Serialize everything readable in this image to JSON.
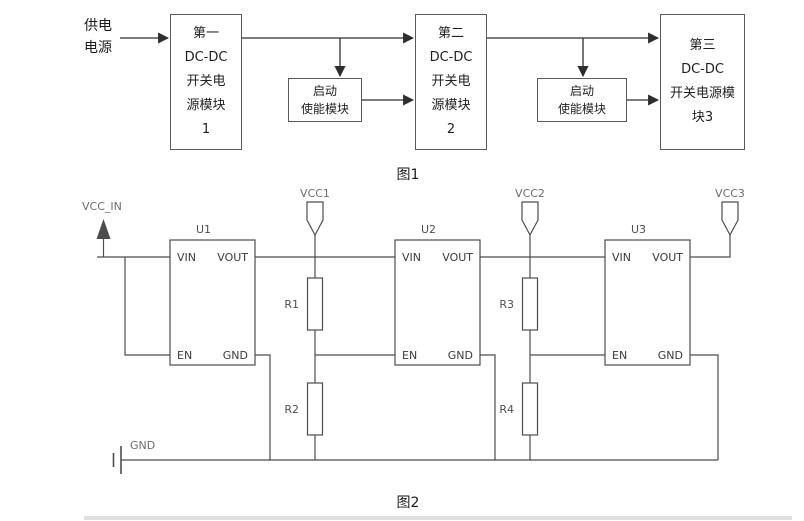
{
  "figure1": {
    "caption": "图1",
    "source": {
      "line1": "供电",
      "line2": "电源"
    },
    "module1": {
      "l1": "第一",
      "l2": "DC-DC",
      "l3": "开关电",
      "l4": "源模块",
      "l5": "1"
    },
    "module2": {
      "l1": "第二",
      "l2": "DC-DC",
      "l3": "开关电",
      "l4": "源模块",
      "l5": "2"
    },
    "module3": {
      "l1": "第三",
      "l2": "DC-DC",
      "l3": "开关电源模",
      "l4": "块3"
    },
    "enable1": {
      "l1": "启动",
      "l2": "使能模块"
    },
    "enable2": {
      "l1": "启动",
      "l2": "使能模块"
    }
  },
  "figure2": {
    "caption": "图2",
    "vcc_in": "VCC_IN",
    "vcc1": "VCC1",
    "vcc2": "VCC2",
    "vcc3": "VCC3",
    "gnd": "GND",
    "u1": {
      "name": "U1",
      "vin": "VIN",
      "vout": "VOUT",
      "en": "EN",
      "gnd": "GND"
    },
    "u2": {
      "name": "U2",
      "vin": "VIN",
      "vout": "VOUT",
      "en": "EN",
      "gnd": "GND"
    },
    "u3": {
      "name": "U3",
      "vin": "VIN",
      "vout": "VOUT",
      "en": "EN",
      "gnd": "GND"
    },
    "r1": "R1",
    "r2": "R2",
    "r3": "R3",
    "r4": "R4"
  },
  "colors": {
    "wire": "#4d4d4d",
    "block_line": "#2e2e2e",
    "text": "#1f1f1f",
    "muted_label": "#6d6d6d",
    "background": "#ffffff"
  }
}
